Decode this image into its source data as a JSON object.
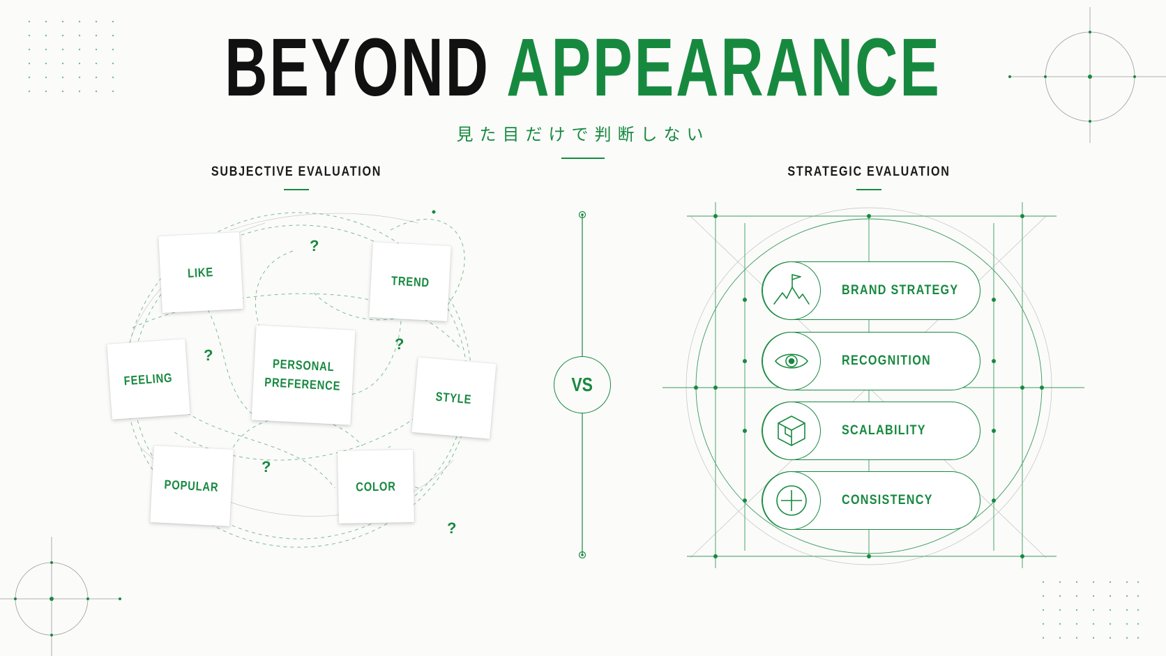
{
  "header": {
    "title_part1": "BEYOND",
    "title_part2": "APPEARANCE",
    "subtitle": "見た目だけで判断しない"
  },
  "left": {
    "heading": "SUBJECTIVE EVALUATION",
    "cards": [
      "LIKE",
      "TREND",
      "FEELING",
      "PERSONAL\nPREFERENCE",
      "STYLE",
      "POPULAR",
      "COLOR"
    ],
    "question_mark": "?"
  },
  "center": {
    "vs": "VS"
  },
  "right": {
    "heading": "STRATEGIC EVALUATION",
    "items": [
      {
        "label": "BRAND STRATEGY",
        "icon": "mountain-flag-icon"
      },
      {
        "label": "RECOGNITION",
        "icon": "eye-icon"
      },
      {
        "label": "SCALABILITY",
        "icon": "cube-icon"
      },
      {
        "label": "CONSISTENCY",
        "icon": "crosshair-plus-icon"
      }
    ]
  },
  "colors": {
    "accent": "#17893f",
    "text": "#111111",
    "background": "#fbfbfa"
  }
}
